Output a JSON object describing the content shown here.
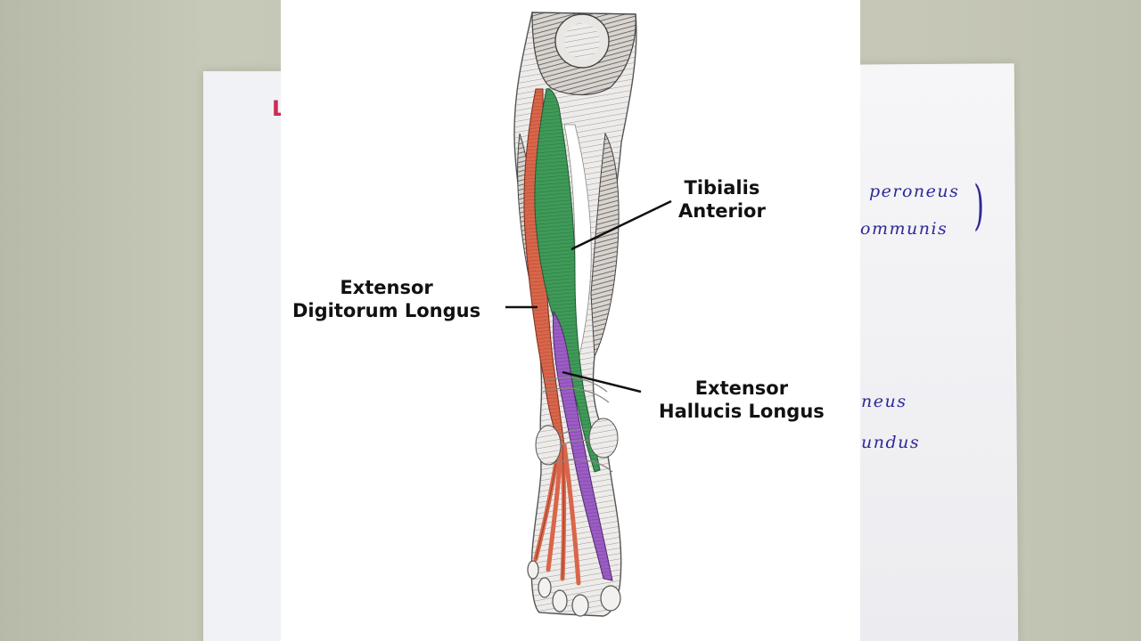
{
  "background_notes": {
    "left_red_fragment": "L",
    "right_fragments": [
      "peroneus",
      "ommunis",
      "neus",
      "undus"
    ],
    "right_bracket": ")"
  },
  "labels": {
    "tibialis_anterior": {
      "line1": "Tibialis",
      "line2": "Anterior"
    },
    "extensor_digitorum_longus": {
      "line1": "Extensor",
      "line2": "Digitorum Longus"
    },
    "extensor_hallucis_longus": {
      "line1": "Extensor",
      "line2": "Hallucis Longus"
    }
  },
  "colors": {
    "tibialis_anterior": "#3f9a58",
    "extensor_digitorum_longus": "#d9664a",
    "extensor_hallucis_longus": "#9b5cc4",
    "handwriting_ink": "#2d2898",
    "handwriting_red": "#cf2a55"
  }
}
